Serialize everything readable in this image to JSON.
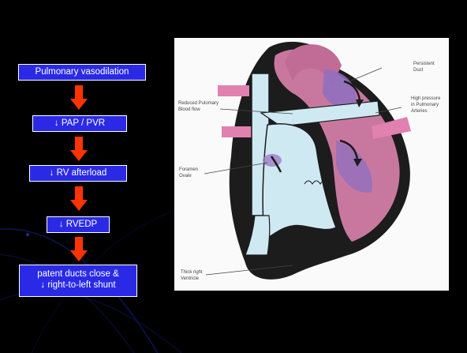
{
  "flow": {
    "steps": [
      "Pulmonary vasodilation",
      "↓ PAP / PVR",
      "↓ RV afterload",
      "↓ RVEDP",
      "patent ducts close &",
      "↓ right-to-left shunt"
    ]
  },
  "diagram": {
    "labels": {
      "persistent_1": "Persistent",
      "persistent_2": "Duct",
      "reduced_1": "Reduced Pulomary",
      "reduced_2": "Blood flow",
      "high_1": "High pressure",
      "high_2": "in Pulmonary",
      "high_3": "Arteries",
      "foramen_1": "Foramen",
      "foramen_2": "Ovale",
      "thick_1": "Thick right",
      "thick_2": "Ventricle"
    }
  },
  "colors": {
    "box_fill": "#2a2ae6",
    "arrow": "#ff3300",
    "background": "#000000",
    "heart_pink": "#c8789e",
    "heart_blue": "#cfe9f2"
  }
}
